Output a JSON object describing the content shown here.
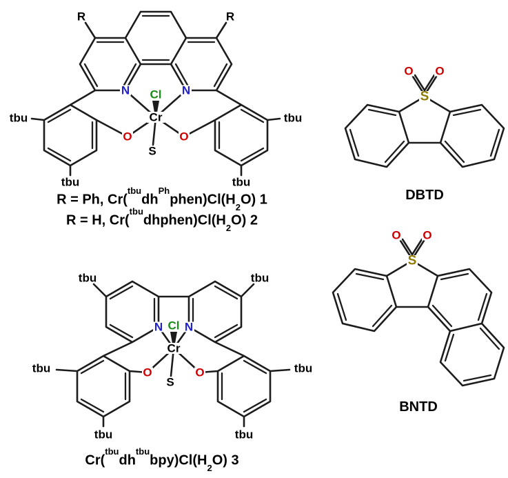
{
  "page": {
    "background": "#ffffff"
  },
  "colors": {
    "bond": "#1c1c1c",
    "text": "#000000",
    "nitrogen": "#2020cc",
    "oxygen": "#cc0000",
    "chlorine": "#1a8a1a",
    "sulfone_sulfur": "#8f7a00"
  },
  "atoms": {
    "nitrogen": "N",
    "oxygen": "O",
    "chlorine": "Cl",
    "chromium": "Cr",
    "sulfur": "S",
    "tbu": "tbu",
    "r_group": "R"
  },
  "captions": {
    "compound_1": {
      "p1": "R = Ph, Cr(",
      "sup1": "tbu",
      "p2": "dh",
      "sup2": "Ph",
      "p3": "phen)Cl(H",
      "sub1": "2",
      "p4": "O) ",
      "num": "1"
    },
    "compound_2": {
      "p1": "R = H, Cr(",
      "sup1": "tbu",
      "p2": "dhphen)Cl(H",
      "sub1": "2",
      "p3": "O) ",
      "num": "2"
    },
    "compound_3": {
      "p1": "Cr(",
      "sup1": "tbu",
      "p2": "dh",
      "sup2": "tbu",
      "p3": "bpy)Cl(H",
      "sub1": "2",
      "p4": "O) ",
      "num": "3"
    },
    "dbtd": "DBTD",
    "bntd": "BNTD"
  }
}
